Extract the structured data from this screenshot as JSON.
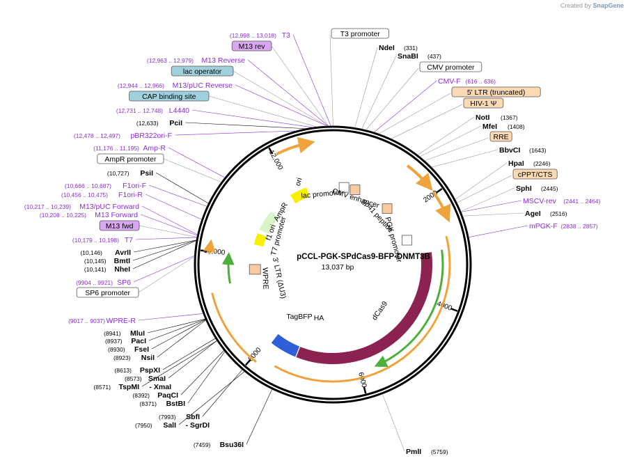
{
  "credit": {
    "prefix": "Created by",
    "brand": "SnapGene"
  },
  "plasmid": {
    "name": "pCCL-PGK-SPdCas9-BFP-DNMT3B",
    "length": "13,037 bp"
  },
  "ticks": [
    "12,000",
    "2000",
    "4000",
    "6000",
    "8000",
    "10,000"
  ],
  "colors": {
    "site": "#000000",
    "primer": "#8a2be2",
    "feature_label": "#000000",
    "ring": "#000000",
    "orange": "#f0a23c",
    "green": "#4caf3a",
    "maroon": "#8b2252",
    "blue": "#2f5fd8",
    "yellow": "#f7f000"
  },
  "left_labels": [
    {
      "name": "T3",
      "range": "(12,998 .. 13,018)",
      "kind": "primer"
    },
    {
      "name": "M13 rev",
      "range": "",
      "kind": "boxed-purple"
    },
    {
      "name": "M13 Reverse",
      "range": "(12,963 .. 12,979)",
      "kind": "primer"
    },
    {
      "name": "lac operator",
      "range": "",
      "kind": "boxed-blue"
    },
    {
      "name": "M13/pUC Reverse",
      "range": "(12,944 .. 12,966)",
      "kind": "primer"
    },
    {
      "name": "CAP binding site",
      "range": "",
      "kind": "boxed-blue"
    },
    {
      "name": "L4440",
      "range": "(12,731 .. 12,748)",
      "kind": "primer"
    },
    {
      "name": "PciI",
      "range": "(12,633)",
      "kind": "site"
    },
    {
      "name": "pBR322ori-F",
      "range": "(12,478 .. 12,497)",
      "kind": "primer"
    },
    {
      "name": "Amp-R",
      "range": "(11,176 .. 11,195)",
      "kind": "primer"
    },
    {
      "name": "AmpR promoter",
      "range": "",
      "kind": "boxed-white"
    },
    {
      "name": "PsiI",
      "range": "(10,727)",
      "kind": "site"
    },
    {
      "name": "F1ori-F",
      "range": "(10,666 .. 10,687)",
      "kind": "primer"
    },
    {
      "name": "F1ori-R",
      "range": "(10,456 .. 10,475)",
      "kind": "primer"
    },
    {
      "name": "M13/pUC Forward",
      "range": "(10,217 .. 10,239)",
      "kind": "primer"
    },
    {
      "name": "M13 Forward",
      "range": "(10,208 .. 10,225)",
      "kind": "primer"
    },
    {
      "name": "M13 fwd",
      "range": "",
      "kind": "boxed-purple"
    },
    {
      "name": "T7",
      "range": "(10,179 .. 10,198)",
      "kind": "primer"
    },
    {
      "name": "AvrII",
      "range": "(10,146)",
      "kind": "site"
    },
    {
      "name": "BmtI",
      "range": "(10,145)",
      "kind": "site"
    },
    {
      "name": "NheI",
      "range": "(10,141)",
      "kind": "site"
    },
    {
      "name": "SP6",
      "range": "(9904 .. 9921)",
      "kind": "primer"
    },
    {
      "name": "SP6 promoter",
      "range": "",
      "kind": "boxed-white"
    },
    {
      "name": "WPRE-R",
      "range": "(9017 .. 9037)",
      "kind": "primer"
    },
    {
      "name": "MluI",
      "range": "(8941)",
      "kind": "site"
    },
    {
      "name": "PacI",
      "range": "(8937)",
      "kind": "site"
    },
    {
      "name": "FseI",
      "range": "(8930)",
      "kind": "site"
    },
    {
      "name": "NsiI",
      "range": "(8923)",
      "kind": "site"
    },
    {
      "name": "PspXI",
      "range": "(8613)",
      "kind": "site"
    },
    {
      "name": "SmaI",
      "range": "(8573)",
      "kind": "site"
    },
    {
      "name": "TspMI",
      "range": "(8571)",
      "kind": "site"
    },
    {
      "name": "XmaI",
      "range": "",
      "kind": "site-suffix"
    },
    {
      "name": "PaqCI",
      "range": "(8392)",
      "kind": "site"
    },
    {
      "name": "BstBI",
      "range": "(8371)",
      "kind": "site"
    },
    {
      "name": "SbfI",
      "range": "(7993)",
      "kind": "site"
    },
    {
      "name": "SalI",
      "range": "(7950)",
      "kind": "site"
    },
    {
      "name": "SgrDI",
      "range": "",
      "kind": "site-suffix"
    },
    {
      "name": "Bsu36I",
      "range": "(7459)",
      "kind": "site"
    }
  ],
  "right_labels": [
    {
      "name": "T3 promoter",
      "range": "",
      "kind": "boxed-white"
    },
    {
      "name": "NdeI",
      "range": "(331)",
      "kind": "site"
    },
    {
      "name": "SnaBI",
      "range": "(437)",
      "kind": "site"
    },
    {
      "name": "CMV promoter",
      "range": "",
      "kind": "boxed-white"
    },
    {
      "name": "CMV-F",
      "range": "(616 .. 636)",
      "kind": "primer"
    },
    {
      "name": "5' LTR (truncated)",
      "range": "",
      "kind": "boxed-orange"
    },
    {
      "name": "HIV-1 Ψ",
      "range": "",
      "kind": "boxed-orange"
    },
    {
      "name": "NotI",
      "range": "(1367)",
      "kind": "site"
    },
    {
      "name": "MfeI",
      "range": "(1408)",
      "kind": "site"
    },
    {
      "name": "RRE",
      "range": "",
      "kind": "boxed-orange"
    },
    {
      "name": "BbvCI",
      "range": "(1643)",
      "kind": "site"
    },
    {
      "name": "HpaI",
      "range": "(2246)",
      "kind": "site"
    },
    {
      "name": "cPPT/CTS",
      "range": "",
      "kind": "boxed-orange"
    },
    {
      "name": "SphI",
      "range": "(2445)",
      "kind": "site"
    },
    {
      "name": "MSCV-rev",
      "range": "(2441 .. 2464)",
      "kind": "primer"
    },
    {
      "name": "AgeI",
      "range": "(2516)",
      "kind": "site"
    },
    {
      "name": "mPGK-F",
      "range": "(2838 .. 2857)",
      "kind": "primer"
    },
    {
      "name": "PmlI",
      "range": "(5759)",
      "kind": "site"
    }
  ],
  "inner_labels": [
    "ori",
    "lac promoter",
    "CMV enhancer",
    "gp41 peptide",
    "PGK promoter",
    "AmpR",
    "f1 ori",
    "T7 promoter",
    "3' LTR (ΔU3)",
    "WPRE",
    "TagBFP",
    "HA",
    "dCas9"
  ]
}
